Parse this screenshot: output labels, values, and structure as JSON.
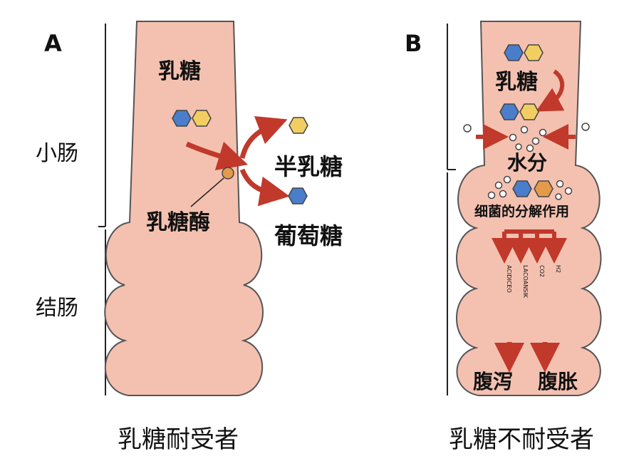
{
  "colors": {
    "intestine": "#f4c1b0",
    "intestine_outline": "#555555",
    "arrow": "#c0392b",
    "glucose": "#4a7ecb",
    "galactose": "#f2ce62",
    "enzyme": "#e39a4a",
    "bubble": "#ffffff"
  },
  "panel_a": {
    "letter": "A",
    "small_intestine": "小肠",
    "colon": "结肠",
    "lactose": "乳糖",
    "lactase": "乳糖酶",
    "galactose": "半乳糖",
    "glucose": "葡萄糖",
    "caption": "乳糖耐受者"
  },
  "panel_b": {
    "letter": "B",
    "lactose": "乳糖",
    "water": "水分",
    "bacteria_label": "细菌的分解作用",
    "products": [
      "ACIDICEO",
      "LACOANSIK",
      "CO2",
      "H2"
    ],
    "diarrhea": "腹泻",
    "bloating": "腹胀",
    "caption": "乳糖不耐受者"
  }
}
